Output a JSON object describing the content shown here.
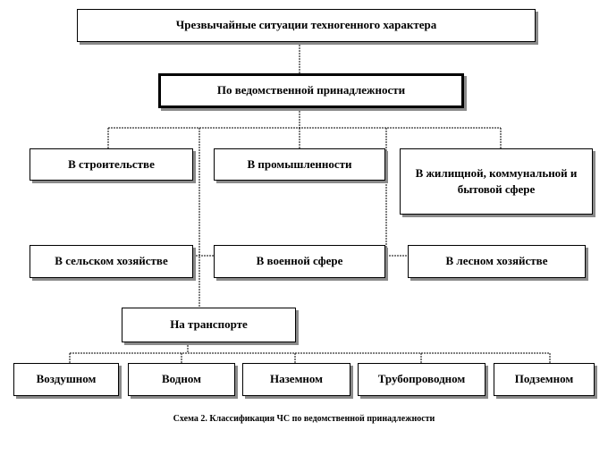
{
  "diagram": {
    "root": "Чрезвычайные ситуации техногенного характера",
    "level1": "По ведомственной принадлежности",
    "categories": {
      "construction": "В строительстве",
      "industry": "В промышленности",
      "housing": "В жилищной, коммунальной и бытовой сфере",
      "agriculture": "В сельском хозяйстве",
      "military": "В военной сфере",
      "forestry": "В лесном хозяйстве",
      "transport": "На транспорте"
    },
    "transport_types": {
      "air": "Воздушном",
      "water": "Водном",
      "ground": "Наземном",
      "pipeline": "Трубопроводном",
      "underground": "Подземном"
    }
  },
  "caption": "Схема 2. Классификация ЧС по ведомственной принадлежности"
}
